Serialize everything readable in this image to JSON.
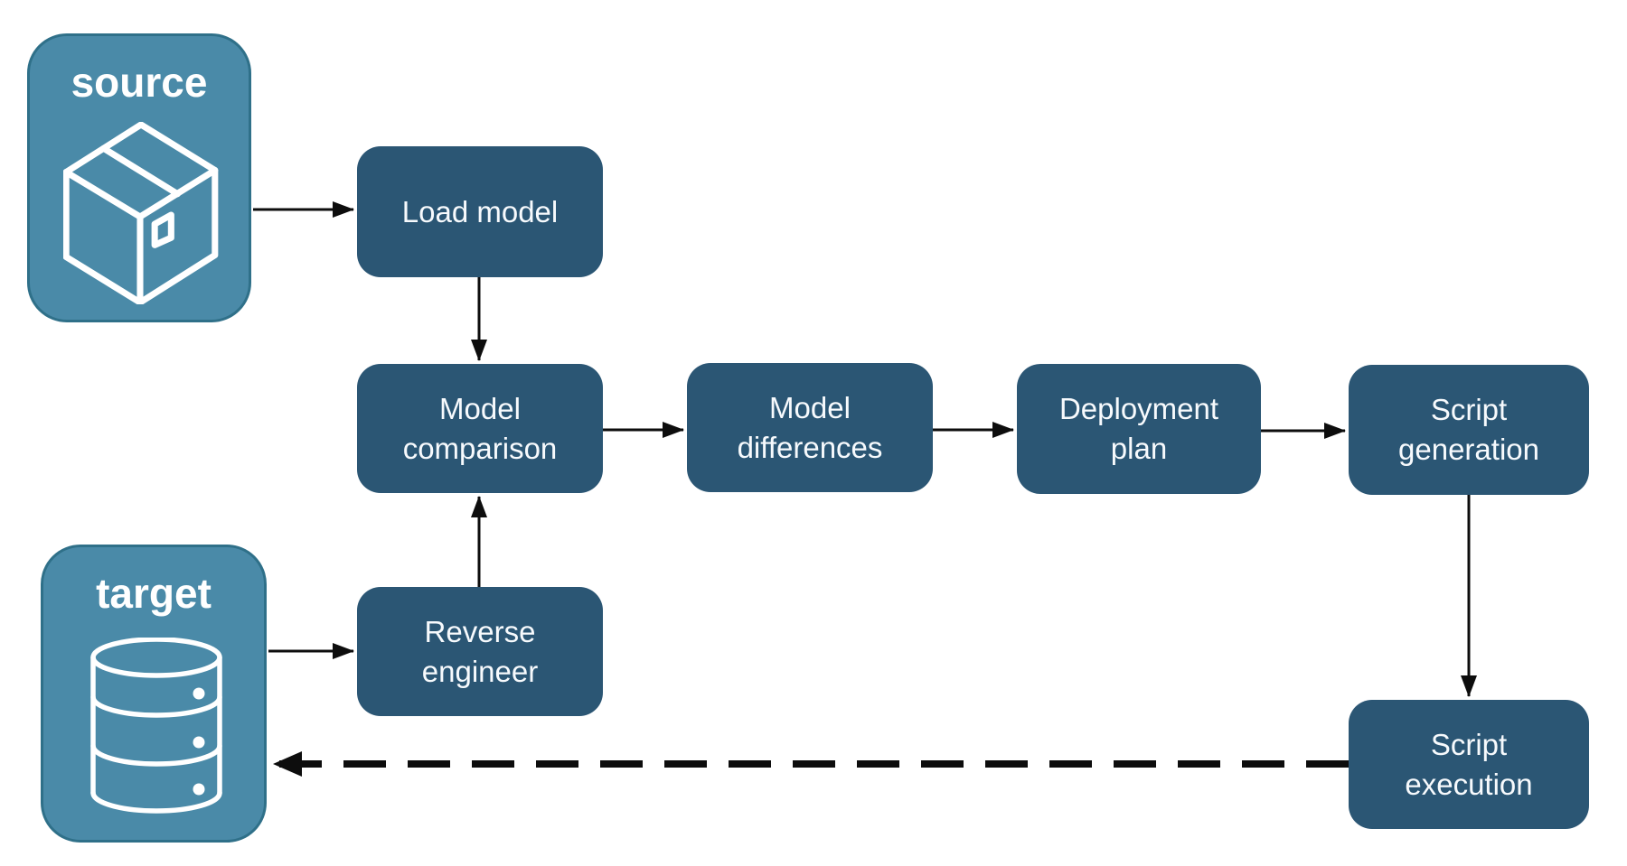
{
  "endpoints": {
    "source": {
      "label": "source",
      "icon": "package-icon"
    },
    "target": {
      "label": "target",
      "icon": "database-icon"
    }
  },
  "nodes": {
    "load_model": {
      "lines": [
        "Load model"
      ]
    },
    "model_comparison": {
      "lines": [
        "Model",
        "comparison"
      ]
    },
    "model_differences": {
      "lines": [
        "Model",
        "differences"
      ]
    },
    "deployment_plan": {
      "lines": [
        "Deployment",
        "plan"
      ]
    },
    "reverse_engineer": {
      "lines": [
        "Reverse",
        "engineer"
      ]
    },
    "script_generation": {
      "lines": [
        "Script",
        "generation"
      ]
    },
    "script_execution": {
      "lines": [
        "Script",
        "execution"
      ]
    }
  },
  "edges": [
    {
      "from": "source",
      "to": "load_model",
      "style": "solid"
    },
    {
      "from": "load_model",
      "to": "model_comparison",
      "style": "solid"
    },
    {
      "from": "target",
      "to": "reverse_engineer",
      "style": "solid"
    },
    {
      "from": "reverse_engineer",
      "to": "model_comparison",
      "style": "solid"
    },
    {
      "from": "model_comparison",
      "to": "model_differences",
      "style": "solid"
    },
    {
      "from": "model_differences",
      "to": "deployment_plan",
      "style": "solid"
    },
    {
      "from": "deployment_plan",
      "to": "script_generation",
      "style": "solid"
    },
    {
      "from": "script_generation",
      "to": "script_execution",
      "style": "solid"
    },
    {
      "from": "script_execution",
      "to": "target",
      "style": "dashed"
    }
  ],
  "colors": {
    "background": "#FFFFFF",
    "node_fill": "#2B5674",
    "endpoint_fill": "#4A8AA8",
    "endpoint_border": "#2F7089",
    "label_text": "#FFFFFF",
    "arrow": "#0D0D0D"
  }
}
